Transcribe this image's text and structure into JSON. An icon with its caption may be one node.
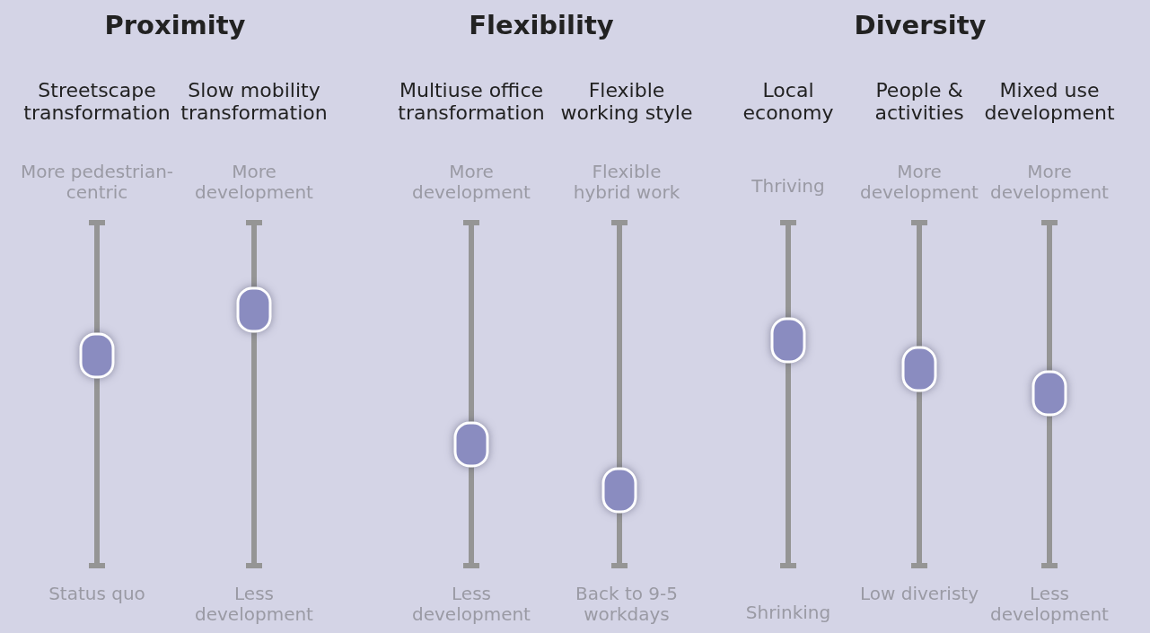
{
  "diagram": {
    "labels": [
      "Proximity",
      "Flexibility",
      "Diversity",
      "Streetscape transformation",
      "Slow mobility transformation",
      "Multiuse office transformation",
      "Flexible working style",
      "Local economy",
      "People & activities",
      "Mixed use development",
      "More pedestrian-centric",
      "More development",
      "More development",
      "Flexible hybrid work",
      "Thriving",
      "More development",
      "More development",
      "Status quo",
      "Less development",
      "Less development",
      "Back to 9-5 workdays",
      "Shrinking",
      "Low diveristy",
      "Less development"
    ]
  }
}
